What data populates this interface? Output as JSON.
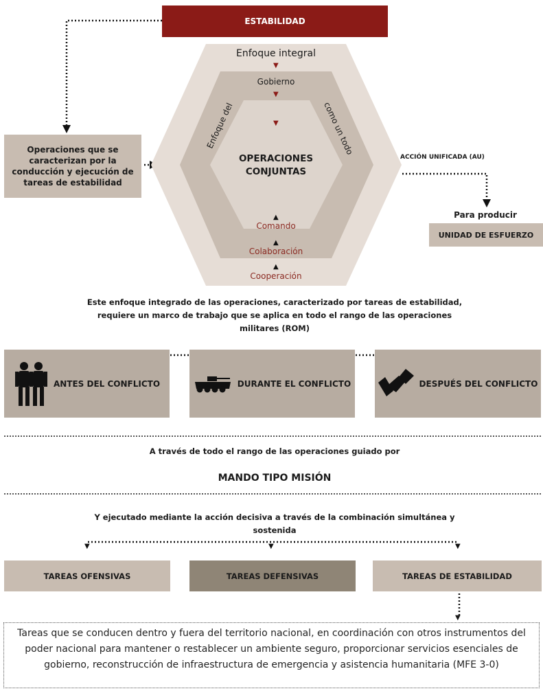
{
  "top_box": "ESTABILIDAD",
  "left_box": "Operaciones que se caracterizan por la conducción y ejecución de tareas de estabilidad",
  "hexagon": {
    "outer": "Enfoque integral",
    "middle": "Gobierno",
    "left_diag": "Enfoque del",
    "right_diag": "como un todo",
    "center": "OPERACIONES CONJUNTAS",
    "comando": "Comando",
    "colaboracion": "Colaboración",
    "cooperacion": "Cooperación"
  },
  "accion_unificada": "ACCIÓN UNIFICADA (AU)",
  "para_producir": "Para producir",
  "unidad": "UNIDAD DE ESFUERZO",
  "paragraph1": "Este enfoque integrado de las operaciones, caracterizado por tareas de estabilidad, requiere un marco de trabajo que se aplica en todo el rango de las operaciones militares (ROM)",
  "phases": [
    {
      "label": "ANTES DEL CONFLICTO",
      "icon": "soldiers-icon"
    },
    {
      "label": "DURANTE EL CONFLICTO",
      "icon": "armored-vehicle-icon"
    },
    {
      "label": "DESPUÉS DEL CONFLICTO",
      "icon": "handshake-icon"
    }
  ],
  "mando_intro": "A través de todo el rango de las operaciones guiado por",
  "mando": "MANDO TIPO MISIÓN",
  "ejecutado": "Y ejecutado mediante la acción decisiva a través de la combinación simultánea y sostenida",
  "tasks": [
    "TAREAS OFENSIVAS",
    "TAREAS DEFENSIVAS",
    "TAREAS DE ESTABILIDAD"
  ],
  "final_text": "Tareas que se conducen dentro y fuera del territorio nacional, en coordinación con otros instrumentos del poder nacional para mantener o restablecer un ambiente seguro, proporcionar servicios esenciales de gobierno, reconstrucción de infraestructura de emergencia y asistencia humanitaria (MFE 3-0)",
  "colors": {
    "dark_red": "#8b1b17",
    "beige": "#c8bcb1",
    "outer_hex": "#e6ddd6",
    "mid_hex": "#c8bcb1",
    "inner_hex": "#ddd4cc",
    "task_dark": "#8f8576",
    "red_text": "#8b2a22"
  }
}
